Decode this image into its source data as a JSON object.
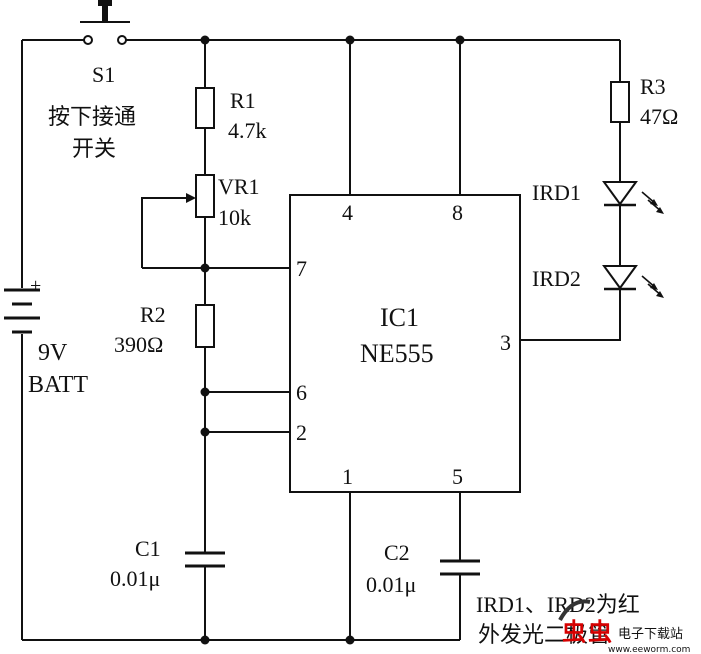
{
  "switch": {
    "label": "S1",
    "desc_line1": "按下接通",
    "desc_line2": "开关"
  },
  "r1": {
    "name": "R1",
    "value": "4.7k"
  },
  "vr1": {
    "name": "VR1",
    "value": "10k"
  },
  "r2": {
    "name": "R2",
    "value": "390Ω"
  },
  "r3": {
    "name": "R3",
    "value": "47Ω"
  },
  "c1": {
    "name": "C1",
    "value": "0.01μ"
  },
  "c2": {
    "name": "C2",
    "value": "0.01μ"
  },
  "battery": {
    "voltage": "9V",
    "label": "BATT",
    "plus": "+"
  },
  "ic": {
    "name": "IC1",
    "part": "NE555",
    "pins": {
      "p1": "1",
      "p2": "2",
      "p3": "3",
      "p4": "4",
      "p5": "5",
      "p6": "6",
      "p7": "7",
      "p8": "8"
    }
  },
  "leds": {
    "d1": "IRD1",
    "d2": "IRD2"
  },
  "note": {
    "line1": "IRD1、IRD2为红",
    "line2": "外发光二极管"
  },
  "watermark": {
    "text": "电子下载站",
    "url": "www.eeworm.com"
  }
}
